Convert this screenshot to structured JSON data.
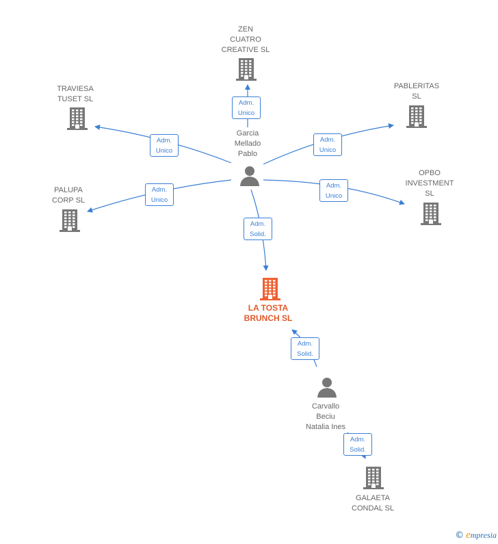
{
  "colors": {
    "edge": "#3a7fd5",
    "company": "#777777",
    "main_company": "#f06030",
    "person": "#777777"
  },
  "nodes": [
    {
      "id": "zen",
      "type": "company",
      "label": "ZEN\nCUATRO\nCREATIVE  SL"
    },
    {
      "id": "traviesa",
      "type": "company",
      "label": "TRAVIESA\nTUSET  SL"
    },
    {
      "id": "pableritas",
      "type": "company",
      "label": "PABLERITAS\nSL"
    },
    {
      "id": "palupa",
      "type": "company",
      "label": "PALUPA\nCORP  SL"
    },
    {
      "id": "opbo",
      "type": "company",
      "label": "OPBO\nINVESTMENT\nSL"
    },
    {
      "id": "garcia",
      "type": "person",
      "label": "Garcia\nMellado\nPablo"
    },
    {
      "id": "tosta",
      "type": "main",
      "label": "LA TOSTA\nBRUNCH  SL"
    },
    {
      "id": "carvallo",
      "type": "person",
      "label": "Carvallo\nBeciu\nNatalia Ines"
    },
    {
      "id": "galaeta",
      "type": "company",
      "label": "GALAETA\nCONDAL  SL"
    }
  ],
  "edges": [
    {
      "id": "e1",
      "from": "garcia",
      "to": "zen",
      "label1": "Adm.",
      "label2": "Unico"
    },
    {
      "id": "e2",
      "from": "garcia",
      "to": "traviesa",
      "label1": "Adm.",
      "label2": "Unico"
    },
    {
      "id": "e3",
      "from": "garcia",
      "to": "pableritas",
      "label1": "Adm.",
      "label2": "Unico"
    },
    {
      "id": "e4",
      "from": "garcia",
      "to": "palupa",
      "label1": "Adm.",
      "label2": "Unico"
    },
    {
      "id": "e5",
      "from": "garcia",
      "to": "opbo",
      "label1": "Adm.",
      "label2": "Unico"
    },
    {
      "id": "e6",
      "from": "garcia",
      "to": "tosta",
      "label1": "Adm.",
      "label2": "Solid."
    },
    {
      "id": "e7",
      "from": "carvallo",
      "to": "tosta",
      "label1": "Adm.",
      "label2": "Solid."
    },
    {
      "id": "e8",
      "from": "carvallo",
      "to": "galaeta",
      "label1": "Adm.",
      "label2": "Solid."
    }
  ],
  "footer": {
    "copyright": "©",
    "brand_first": "e",
    "brand_rest": "mpresia"
  }
}
